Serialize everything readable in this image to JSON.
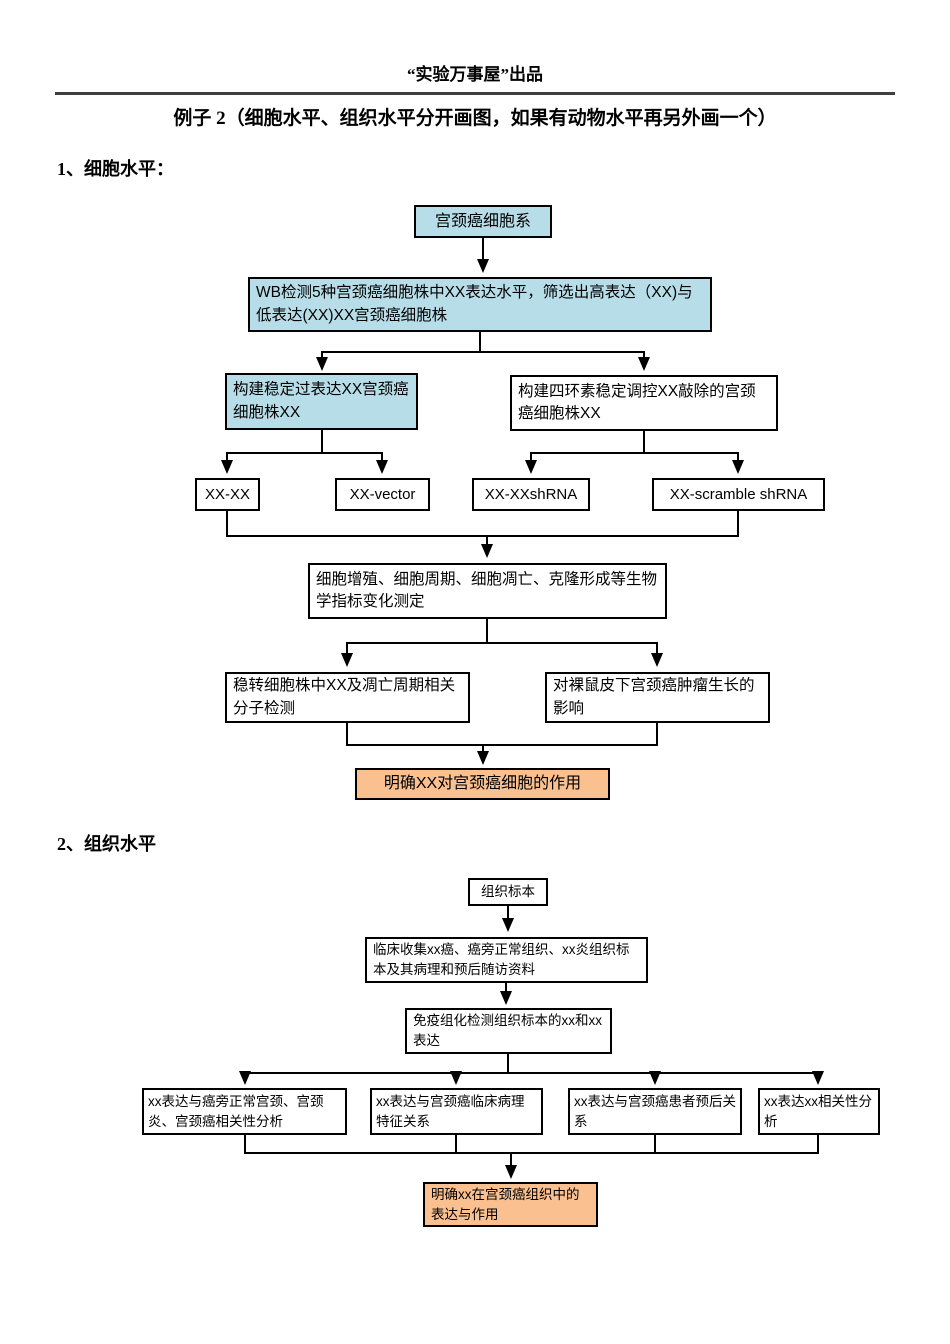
{
  "page": {
    "header": "“实验万事屋”出品",
    "title": "例子 2（细胞水平、组织水平分开画图，如果有动物水平再另外画一个）",
    "section1_heading": "1、细胞水平：",
    "section2_heading": "2、组织水平"
  },
  "colors": {
    "node_fill_blue": "#b7dee8",
    "node_fill_orange": "#fac090",
    "node_border": "#000000",
    "connector_line": "#000000",
    "header_rule": "#3e3e3e"
  },
  "charts": {
    "cell": {
      "nodes": [
        {
          "id": "cell-line",
          "text": "宫颈癌细胞系",
          "fill": "blue"
        },
        {
          "id": "wb-screen",
          "text": "WB检测5种宫颈癌细胞株中XX表达水平，筛选出高表达（XX)与低表达(XX)XX宫颈癌细胞株",
          "fill": "blue"
        },
        {
          "id": "overexpress",
          "text": "构建稳定过表达XX宫颈癌细胞株XX",
          "fill": "blue"
        },
        {
          "id": "knockdown",
          "text": "构建四环素稳定调控XX敲除的宫颈癌细胞株XX",
          "fill": "white"
        },
        {
          "id": "xx-xx",
          "text": "XX-XX",
          "fill": "white"
        },
        {
          "id": "xx-vector",
          "text": "XX-vector",
          "fill": "white"
        },
        {
          "id": "xx-shrna",
          "text": "XX-XXshRNA",
          "fill": "white"
        },
        {
          "id": "xx-scramble-shrna",
          "text": "XX-scramble shRNA",
          "fill": "white"
        },
        {
          "id": "bio-assays",
          "text": "细胞增殖、细胞周期、细胞凋亡、克隆形成等生物学指标变化测定",
          "fill": "white"
        },
        {
          "id": "molecular-detect",
          "text": "稳转细胞株中XX及凋亡周期相关分子检测",
          "fill": "white"
        },
        {
          "id": "nude-mice",
          "text": "对裸鼠皮下宫颈癌肿瘤生长的影响",
          "fill": "white"
        },
        {
          "id": "conclusion",
          "text": "明确XX对宫颈癌细胞的作用",
          "fill": "orange"
        }
      ]
    },
    "tissue": {
      "nodes": [
        {
          "id": "specimen",
          "text": "组织标本",
          "fill": "white"
        },
        {
          "id": "collect",
          "text": "临床收集xx癌、癌旁正常组织、xx炎组织标本及其病理和预后随访资料",
          "fill": "white"
        },
        {
          "id": "ihc",
          "text": "免疫组化检测组织标本的xx和xx表达",
          "fill": "white"
        },
        {
          "id": "corr-normal",
          "text": "xx表达与癌旁正常宫颈、宫颈炎、宫颈癌相关性分析",
          "fill": "white"
        },
        {
          "id": "clinicopath",
          "text": "xx表达与宫颈癌临床病理特征关系",
          "fill": "white"
        },
        {
          "id": "prognosis",
          "text": "xx表达与宫颈癌患者预后关系",
          "fill": "white"
        },
        {
          "id": "corr-xx",
          "text": "xx表达xx相关性分析",
          "fill": "white"
        },
        {
          "id": "conclusion",
          "text": "明确xx在宫颈癌组织中的表达与作用",
          "fill": "orange"
        }
      ]
    }
  }
}
